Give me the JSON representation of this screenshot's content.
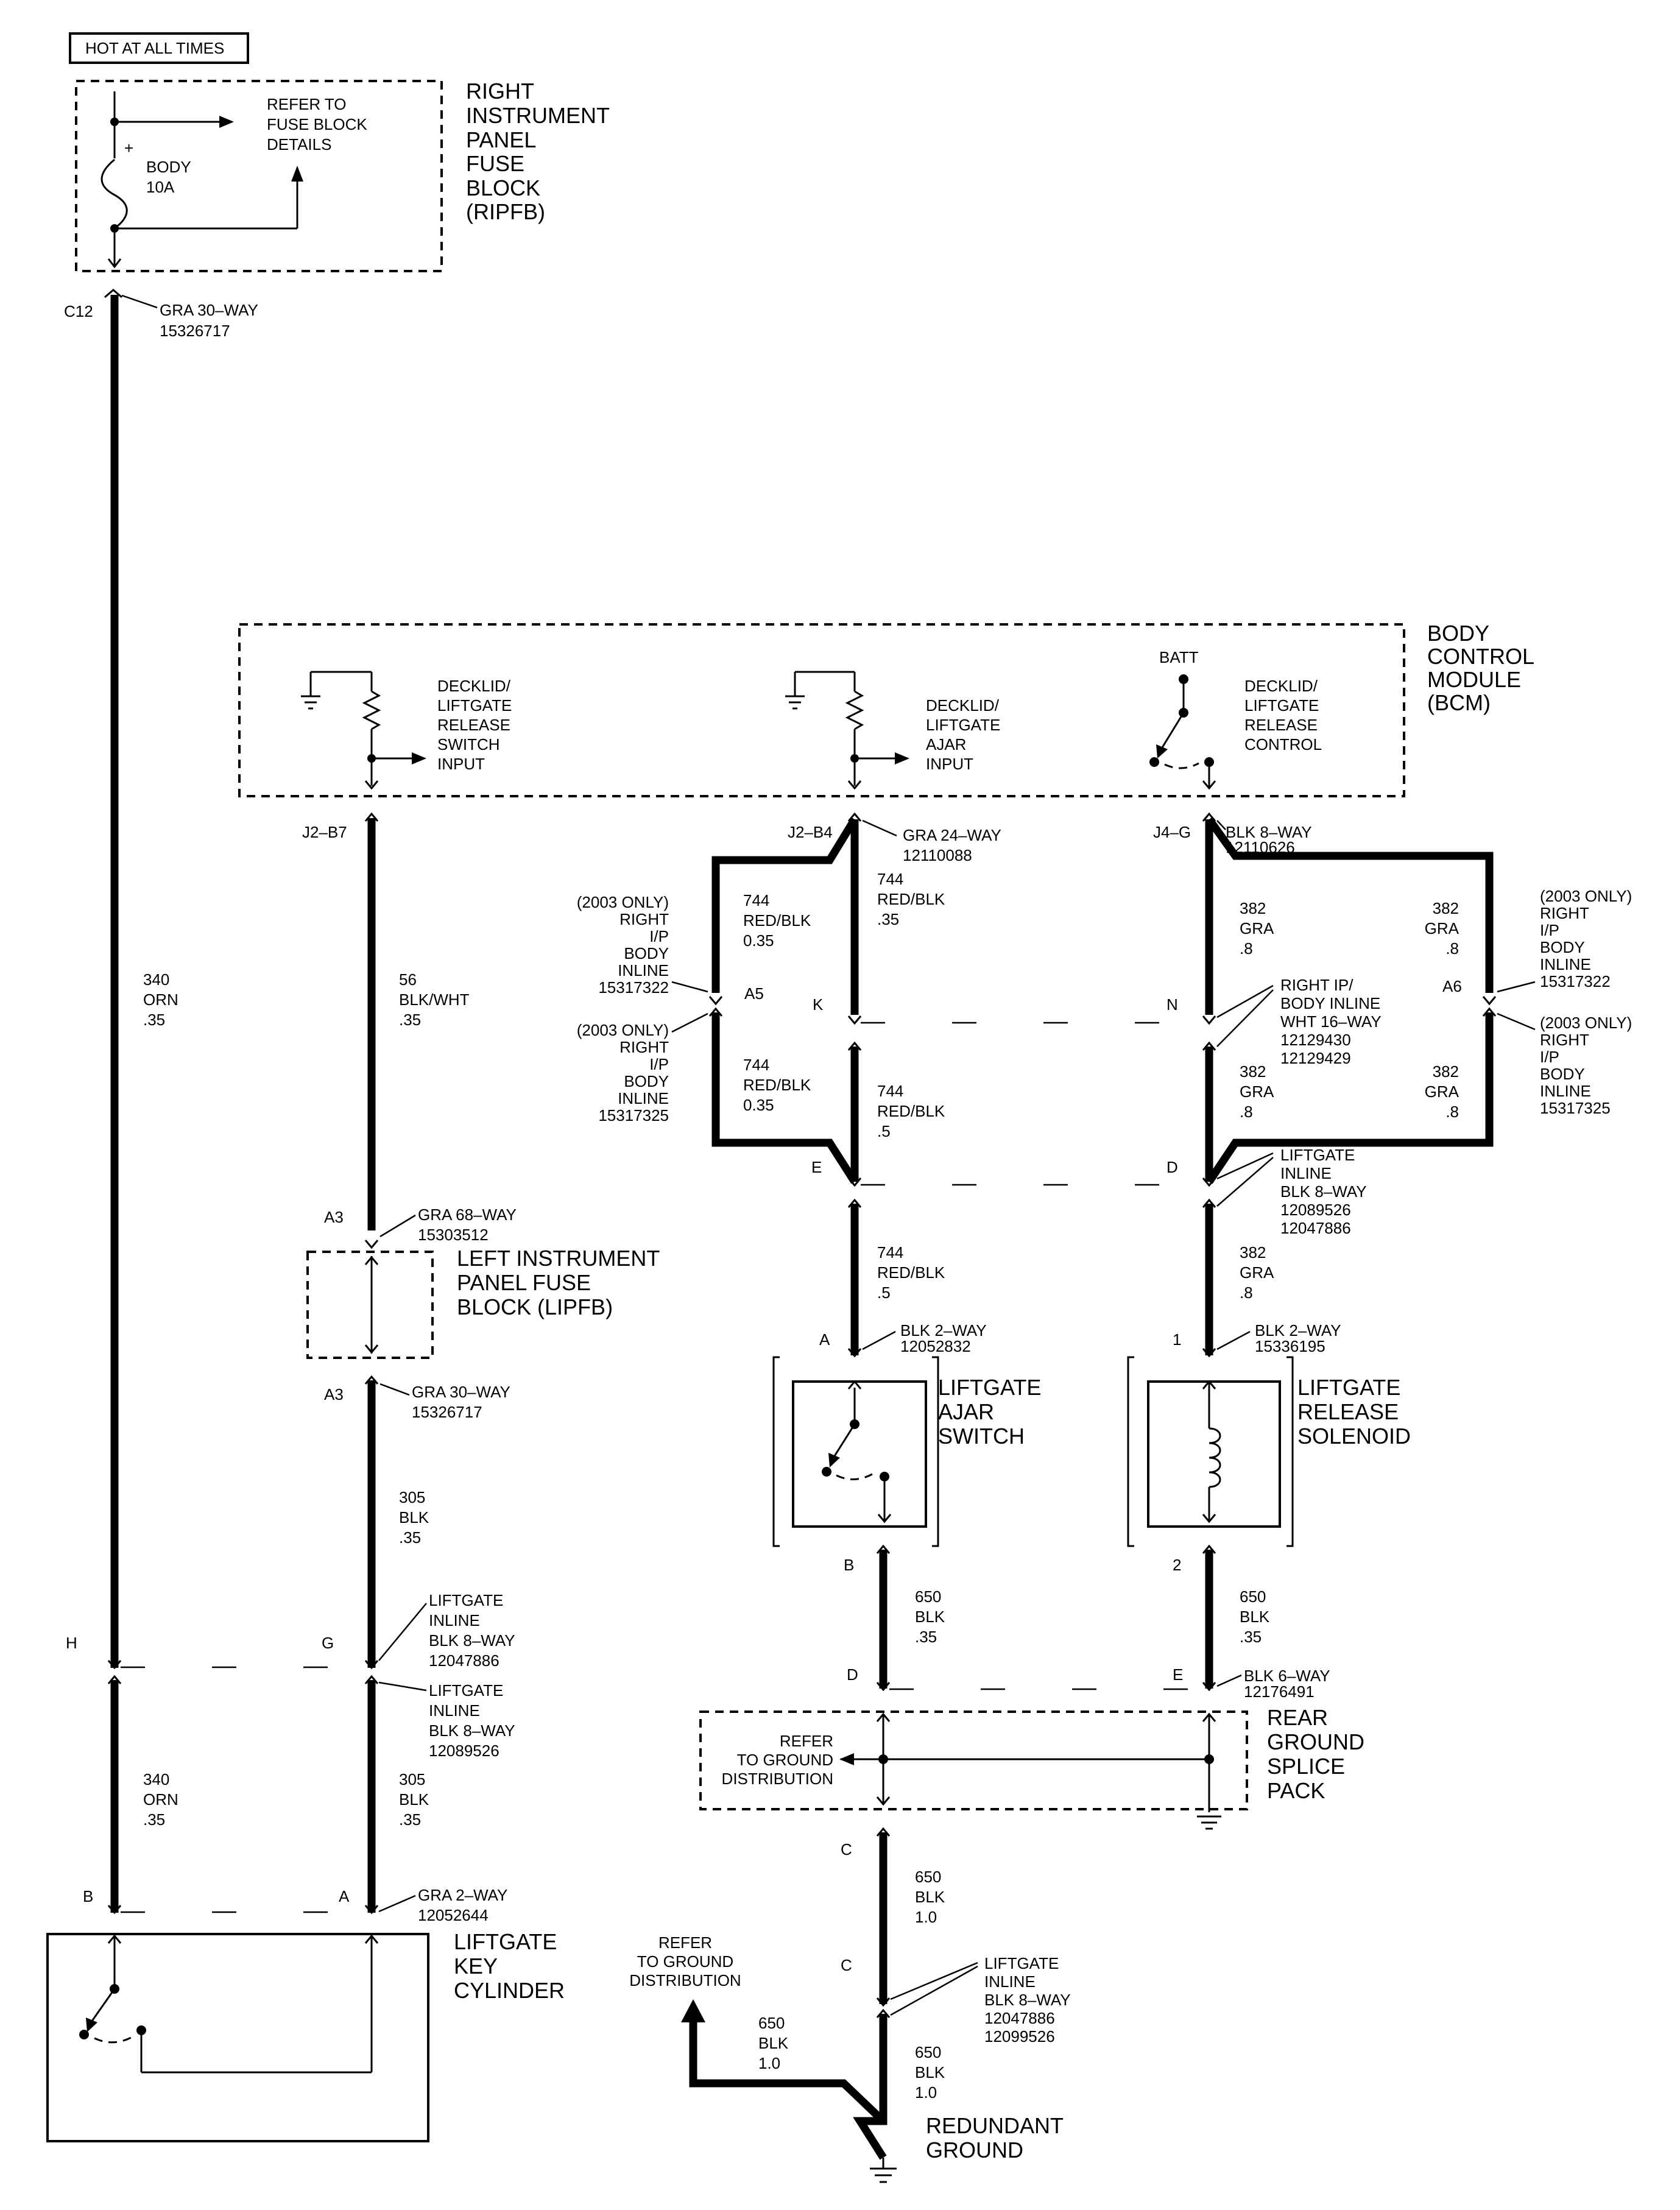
{
  "header": {
    "hot_label": "HOT AT ALL TIMES"
  },
  "ripfb": {
    "title": [
      "RIGHT",
      "INSTRUMENT",
      "PANEL",
      "FUSE",
      "BLOCK",
      "(RIPFB)"
    ],
    "refer": [
      "REFER TO",
      "FUSE BLOCK",
      "DETAILS"
    ],
    "fuse": [
      "BODY",
      "10A"
    ],
    "plus": "+"
  },
  "c12": {
    "pin": "C12",
    "conn": [
      "GRA 30–WAY",
      "15326717"
    ]
  },
  "bcm": {
    "title": [
      "BODY",
      "CONTROL",
      "MODULE",
      "(BCM)"
    ],
    "switch_input": [
      "DECKLID/",
      "LIFTGATE",
      "RELEASE",
      "SWITCH",
      "INPUT"
    ],
    "ajar_input": [
      "DECKLID/",
      "LIFTGATE",
      "AJAR",
      "INPUT"
    ],
    "release_control": [
      "DECKLID/",
      "LIFTGATE",
      "RELEASE",
      "CONTROL"
    ],
    "batt": "BATT"
  },
  "wires": {
    "w340_top": [
      "340",
      "ORN",
      ".35"
    ],
    "w56": [
      "56",
      "BLK/WHT",
      ".35"
    ],
    "w744_left_top": [
      "744",
      "RED/BLK",
      "0.35"
    ],
    "w744_mid_top": [
      "744",
      "RED/BLK",
      ".35"
    ],
    "w744_left_bot": [
      "744",
      "RED/BLK",
      "0.35"
    ],
    "w744_mid_bot": [
      "744",
      "RED/BLK",
      ".5"
    ],
    "w744_low": [
      "744",
      "RED/BLK",
      ".5"
    ],
    "w382_left_top": [
      "382",
      "GRA",
      ".8"
    ],
    "w382_right_top": [
      "382",
      "GRA",
      ".8"
    ],
    "w382_left_bot": [
      "382",
      "GRA",
      ".8"
    ],
    "w382_right_bot": [
      "382",
      "GRA",
      ".8"
    ],
    "w382_low": [
      "382",
      "GRA",
      ".8"
    ],
    "w305_top": [
      "305",
      "BLK",
      ".35"
    ],
    "w305_bot": [
      "305",
      "BLK",
      ".35"
    ],
    "w340_bot": [
      "340",
      "ORN",
      ".35"
    ],
    "w650_a": [
      "650",
      "BLK",
      ".35"
    ],
    "w650_b": [
      "650",
      "BLK",
      ".35"
    ],
    "w650_c": [
      "650",
      "BLK",
      "1.0"
    ],
    "w650_d": [
      "650",
      "BLK",
      "1.0"
    ],
    "w650_e": [
      "650",
      "BLK",
      "1.0"
    ]
  },
  "pins": {
    "j2b7": "J2–B7",
    "j2b4": "J2–B4",
    "j4g": "J4–G",
    "a5": "A5",
    "k": "K",
    "n": "N",
    "a6": "A6",
    "e": "E",
    "d": "D",
    "a3_top": "A3",
    "a3_bot": "A3",
    "a_switch": "A",
    "one_sol": "1",
    "b_switch": "B",
    "two_sol": "2",
    "h": "H",
    "g": "G",
    "d_gnd": "D",
    "e_gnd": "E",
    "c_top": "C",
    "c_bot": "C",
    "b_key": "B",
    "a_key": "A"
  },
  "connectors": {
    "gra24": [
      "GRA 24–WAY",
      "12110088"
    ],
    "blk8_j4": [
      "BLK 8–WAY",
      "12110626"
    ],
    "inline_left_top": [
      "(2003 ONLY)",
      "RIGHT",
      "I/P",
      "BODY",
      "INLINE",
      "15317322"
    ],
    "inline_left_bot": [
      "(2003 ONLY)",
      "RIGHT",
      "I/P",
      "BODY",
      "INLINE",
      "15317325"
    ],
    "inline_right_top": [
      "(2003 ONLY)",
      "RIGHT",
      "I/P",
      "BODY",
      "INLINE",
      "15317322"
    ],
    "inline_right_bot": [
      "(2003 ONLY)",
      "RIGHT",
      "I/P",
      "BODY",
      "INLINE",
      "15317325"
    ],
    "right_ip_body": [
      "RIGHT IP/",
      "BODY INLINE",
      "WHT 16–WAY",
      "12129430",
      "12129429"
    ],
    "liftgate_inline_1": [
      "LIFTGATE",
      "INLINE",
      "BLK 8–WAY",
      "12089526",
      "12047886"
    ],
    "gra68": [
      "GRA 68–WAY",
      "15303512"
    ],
    "gra30_lipfb": [
      "GRA 30–WAY",
      "15326717"
    ],
    "blk2_switch": [
      "BLK 2–WAY",
      "12052832"
    ],
    "blk2_sol": [
      "BLK 2–WAY",
      "15336195"
    ],
    "liftgate_inline_2": [
      "LIFTGATE",
      "INLINE",
      "BLK 8–WAY",
      "12047886"
    ],
    "liftgate_inline_3": [
      "LIFTGATE",
      "INLINE",
      "BLK 8–WAY",
      "12089526"
    ],
    "blk6": [
      "BLK 6–WAY",
      "12176491"
    ],
    "gra2_key": [
      "GRA 2–WAY",
      "12052644"
    ],
    "liftgate_inline_4": [
      "LIFTGATE",
      "INLINE",
      "BLK 8–WAY",
      "12047886",
      "12099526"
    ]
  },
  "components": {
    "lipfb": [
      "LEFT INSTRUMENT",
      "PANEL FUSE",
      "BLOCK (LIPFB)"
    ],
    "ajar_switch": [
      "LIFTGATE",
      "AJAR",
      "SWITCH"
    ],
    "release_solenoid": [
      "LIFTGATE",
      "RELEASE",
      "SOLENOID"
    ],
    "rear_ground": [
      "REAR",
      "GROUND",
      "SPLICE",
      "PACK"
    ],
    "refer_ground_1": [
      "REFER",
      "TO GROUND",
      "DISTRIBUTION"
    ],
    "refer_ground_2": [
      "REFER",
      "TO GROUND",
      "DISTRIBUTION"
    ],
    "key_cylinder": [
      "LIFTGATE",
      "KEY",
      "CYLINDER"
    ],
    "redundant_ground": [
      "REDUNDANT",
      "GROUND"
    ]
  }
}
